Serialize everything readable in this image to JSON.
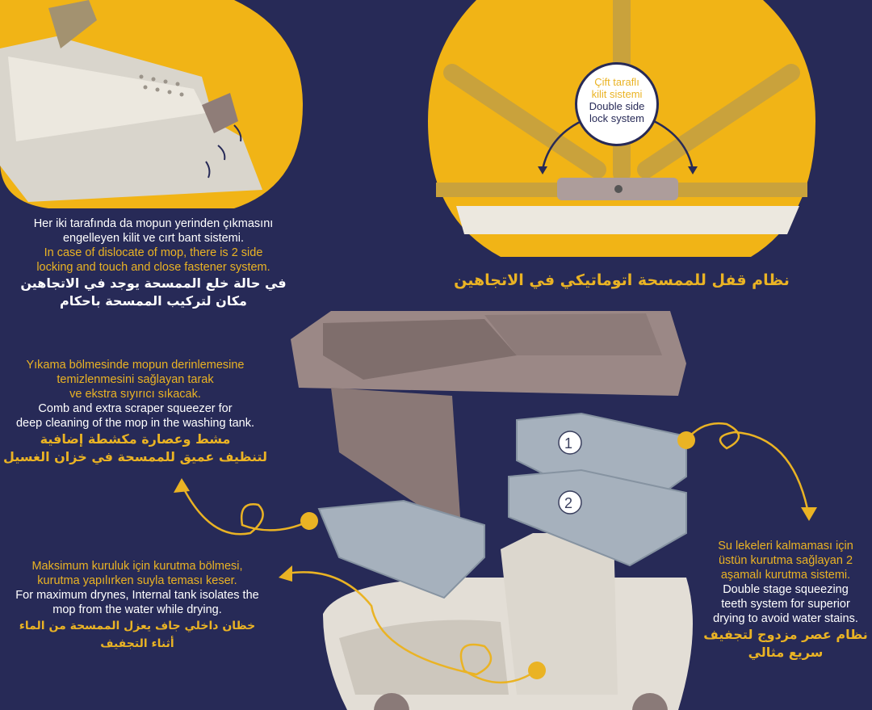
{
  "colors": {
    "background": "#272a57",
    "accent_yellow": "#eab324",
    "oval_yellow": "#f1b416",
    "text_white": "#ffffff"
  },
  "lock_feature": {
    "badge_tr_line1": "Çift taraflı",
    "badge_tr_line2": "kilit sistemi",
    "badge_en_line1": "Double side",
    "badge_en_line2": "lock system",
    "arabic_title": "نظام قفل للممسحة اتوماتيكي في الاتجاهين"
  },
  "fastener_feature": {
    "tr": [
      "Her iki tarafında da mopun yerinden çıkmasını",
      "engelleyen kilit ve cırt bant sistemi."
    ],
    "en": [
      "In case of dislocate of mop, there is 2 side",
      "locking and touch and close fastener system."
    ],
    "ar": [
      "في حالة خلع الممسحة يوجد في الاتجاهين",
      "مكان لتركيب الممسحة باحكام"
    ]
  },
  "comb_feature": {
    "tr": [
      "Yıkama bölmesinde mopun derinlemesine",
      "temizlenmesini sağlayan tarak",
      "ve ekstra sıyırıcı sıkacak."
    ],
    "en": [
      "Comb and extra scraper squeezer for",
      "deep cleaning of the mop in the washing tank."
    ],
    "ar": [
      "مشط وعصارة مكشطة إضافية",
      "لتنظيف عميق للممسحة في خزان الغسيل"
    ]
  },
  "dryness_feature": {
    "tr": [
      "Maksimum kuruluk için kurutma  bölmesi,",
      "kurutma yapılırken suyla teması keser."
    ],
    "en": [
      "For maximum drynes, Internal tank isolates the",
      "mop from the water while drying."
    ],
    "ar": [
      "خظان داخلي جاف يعزل الممسحة من الماء",
      "أثناء التجفيف"
    ]
  },
  "squeeze_feature": {
    "tr": [
      "Su lekeleri kalmaması için",
      "üstün kurutma sağlayan 2",
      "aşamalı kurutma sistemi."
    ],
    "en": [
      "Double stage squeezing",
      "teeth system for superior",
      "drying to avoid water stains."
    ],
    "ar": [
      "نظام عصر مزدوج لتجفيف",
      "سريع مثالي"
    ]
  },
  "stage_labels": [
    "1",
    "2"
  ]
}
